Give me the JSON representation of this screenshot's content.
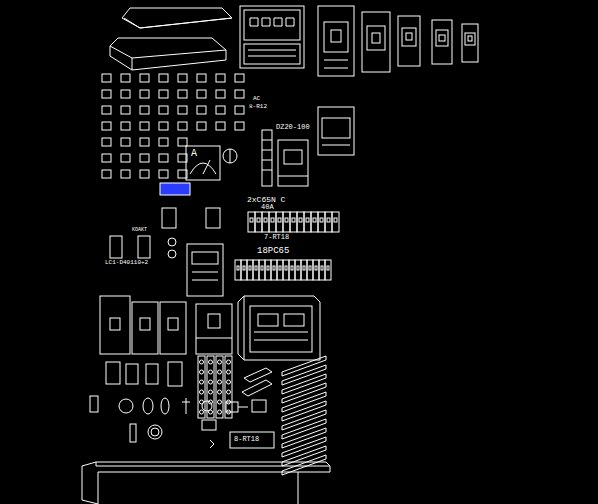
{
  "diagram": {
    "labels": [
      "DZ20-100",
      "2xC65N C",
      "40A",
      "7-RT18",
      "18PC65",
      "LC1-D40110+2",
      "A",
      "AC",
      "8-R12",
      "KOAKT",
      "8-RT18"
    ]
  }
}
